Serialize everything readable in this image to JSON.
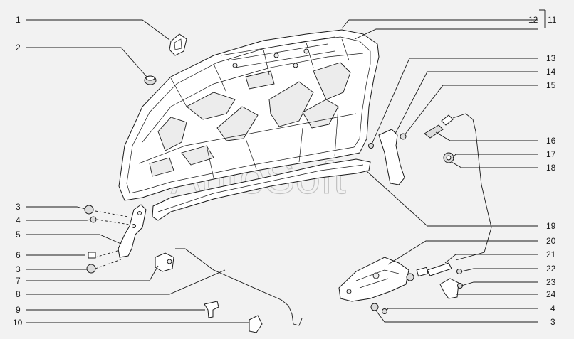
{
  "watermark": "AutoSoft",
  "callouts": {
    "c1": "1",
    "c2": "2",
    "c3a": "3",
    "c4a": "4",
    "c5": "5",
    "c6": "6",
    "c3b": "3",
    "c7": "7",
    "c8": "8",
    "c9": "9",
    "c10": "10",
    "c12": "12",
    "c11": "11",
    "c13": "13",
    "c14": "14",
    "c15": "15",
    "c16": "16",
    "c17": "17",
    "c18": "18",
    "c19": "19",
    "c20": "20",
    "c21": "21",
    "c22": "22",
    "c23": "23",
    "c24": "24",
    "c4b": "4",
    "c3c": "3"
  }
}
